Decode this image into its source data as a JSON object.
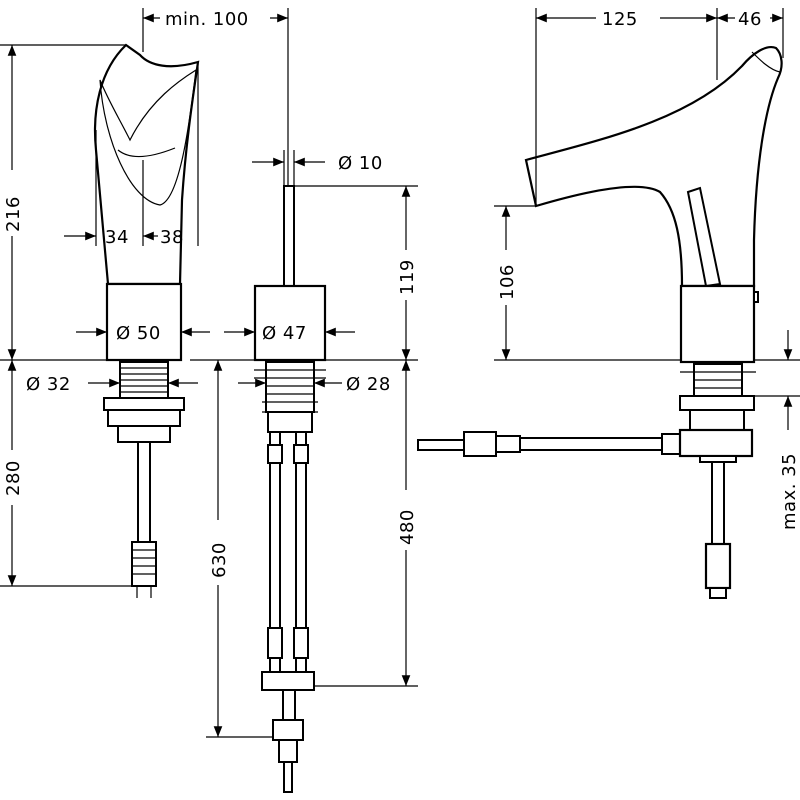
{
  "drawing": {
    "front_view": {
      "dim_spout_clearance": "min. 100",
      "dim_total_height": "216",
      "dim_left_width": "34",
      "dim_right_width": "38",
      "dim_body_diameter": "Ø 50",
      "dim_shank_diameter": "Ø 32",
      "dim_below_deck": "280"
    },
    "side_view": {
      "dim_rod_diameter": "Ø 10",
      "dim_rod_height": "119",
      "dim_body_diameter": "Ø 47",
      "dim_shank_diameter": "Ø 28",
      "dim_total_below": "630",
      "dim_hose_length": "480"
    },
    "profile_view": {
      "dim_projection": "125",
      "dim_tip": "46",
      "dim_spout_height": "106",
      "dim_deck_thickness": "max. 35"
    },
    "colors": {
      "line": "#000000",
      "background": "#ffffff"
    }
  }
}
